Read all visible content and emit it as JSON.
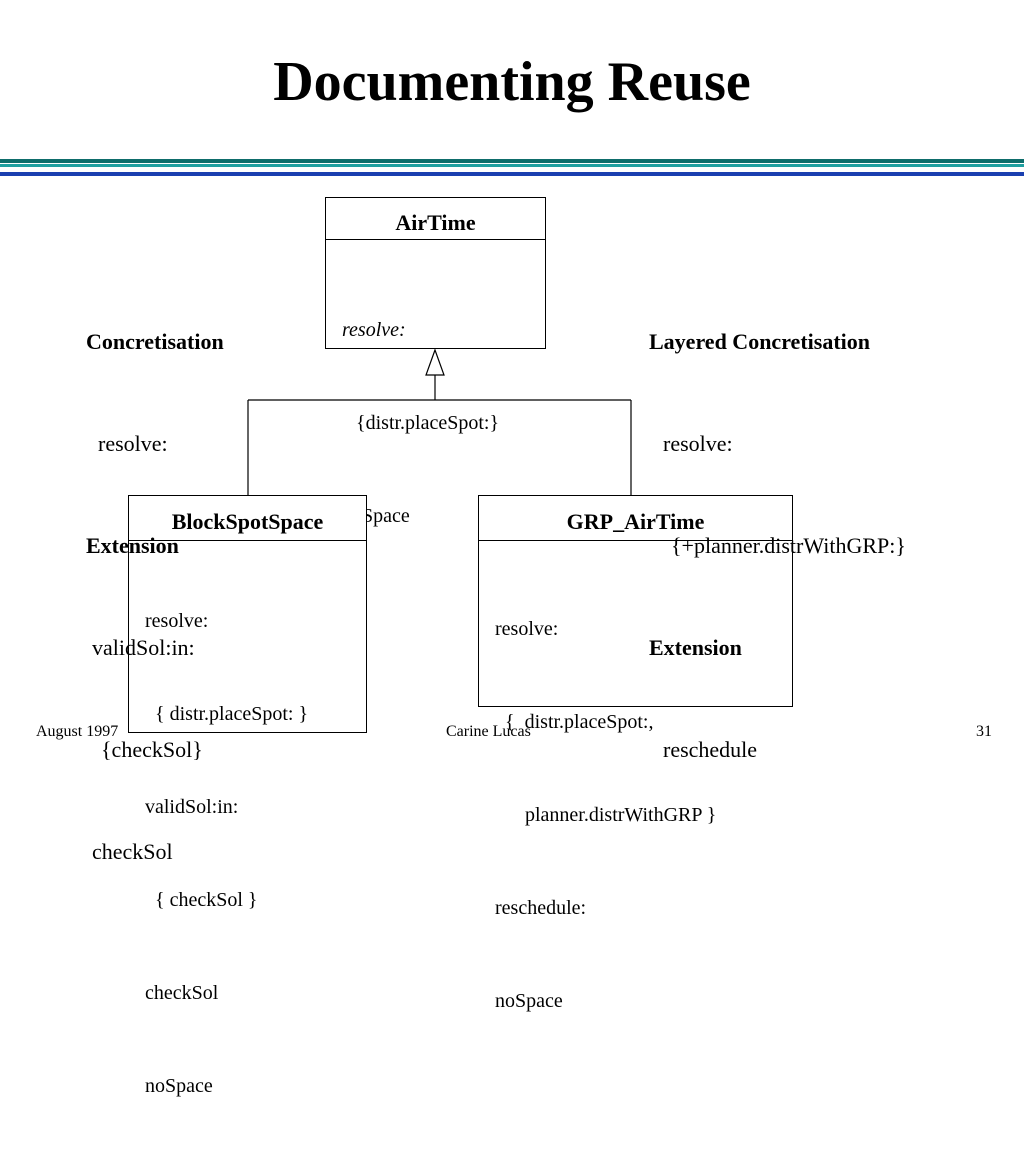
{
  "slide": {
    "title": "Documenting Reuse",
    "footer": {
      "left": "August 1997",
      "center": "Carine Lucas",
      "right": "31"
    }
  },
  "colors": {
    "rule_dark": "#0e6d6b",
    "rule_teal": "#1fa0a0",
    "rule_blue": "#1a3fb0"
  },
  "classes": {
    "airtime": {
      "name": "AirTime",
      "lines": [
        "resolve:",
        "{distr.placeSpot:}",
        "noSpace"
      ]
    },
    "blockspotspace": {
      "name": "BlockSpotSpace",
      "lines": [
        "resolve:",
        "  { distr.placeSpot: }",
        "validSol:in:",
        "  { checkSol }",
        "checkSol",
        "noSpace"
      ]
    },
    "grp_airtime": {
      "name": "GRP_AirTime",
      "lines": [
        "resolve:",
        "  {  distr.placeSpot:,",
        "      planner.distrWithGRP }",
        "reschedule:",
        "noSpace"
      ]
    }
  },
  "notes": {
    "left": {
      "concretisation": "Concretisation",
      "resolve": "resolve:",
      "extension": "Extension",
      "validsol": "validSol:in:",
      "checksol_set": "{checkSol}",
      "checksol": "checkSol"
    },
    "right": {
      "layered": "Layered Concretisation",
      "resolve": "resolve:",
      "planner": "{+planner.distrWithGRP:}",
      "extension": "Extension",
      "reschedule": "reschedule"
    }
  }
}
